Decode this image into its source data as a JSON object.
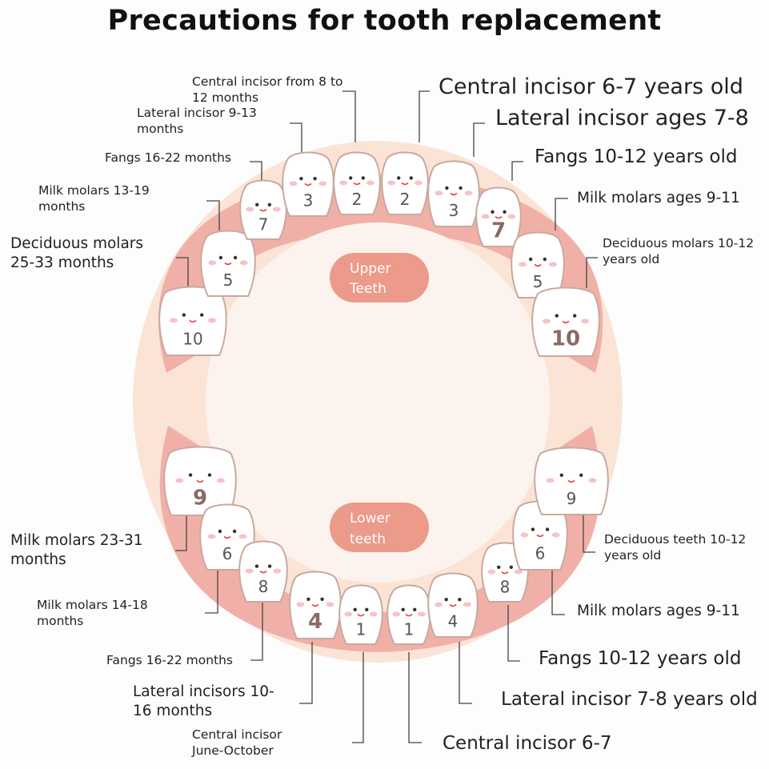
{
  "title": "Precautions for tooth replacement",
  "upper_badge": [
    "Upper",
    "Teeth"
  ],
  "lower_badge": [
    "Lower",
    "teeth"
  ],
  "colors": {
    "outer_gum": "#fbe4d6",
    "gum": "#f0b0a8",
    "inner": "#fdf3ee",
    "badge": "#ec9a8a",
    "tooth_outline": "#c9a9a0",
    "cheek": "#f6b4b4",
    "mouth": "#e84545"
  },
  "upper_numbers": [
    "10",
    "5",
    "7",
    "3",
    "2",
    "2",
    "3",
    "7",
    "5",
    "10"
  ],
  "lower_numbers": [
    "9",
    "6",
    "8",
    "4",
    "1",
    "1",
    "4",
    "8",
    "6",
    "9"
  ],
  "labels": {
    "u_l1": "Central incisor from 8 to 12 months",
    "u_l2": "Lateral incisor 9-13 months",
    "u_l3": "Fangs 16-22 months",
    "u_l4": "Milk molars 13-19 months",
    "u_l5": "Deciduous molars 25-33 months",
    "u_r1": "Central incisor 6-7 years old",
    "u_r2": "Lateral incisor ages 7-8",
    "u_r3": "Fangs 10-12 years old",
    "u_r4": "Milk molars ages 9-11",
    "u_r5": "Deciduous molars 10-12 years old",
    "l_l1": "Milk molars 23-31 months",
    "l_l2": "Milk molars 14-18 months",
    "l_l3": "Fangs 16-22 months",
    "l_l4": "Lateral incisors 10-16 months",
    "l_l5": "Central incisor June-October",
    "l_r1": "Deciduous teeth 10-12 years old",
    "l_r2": "Milk molars ages 9-11",
    "l_r3": "Fangs 10-12 years old",
    "l_r4": "Lateral incisor 7-8 years old",
    "l_r5": "Central incisor 6-7"
  }
}
